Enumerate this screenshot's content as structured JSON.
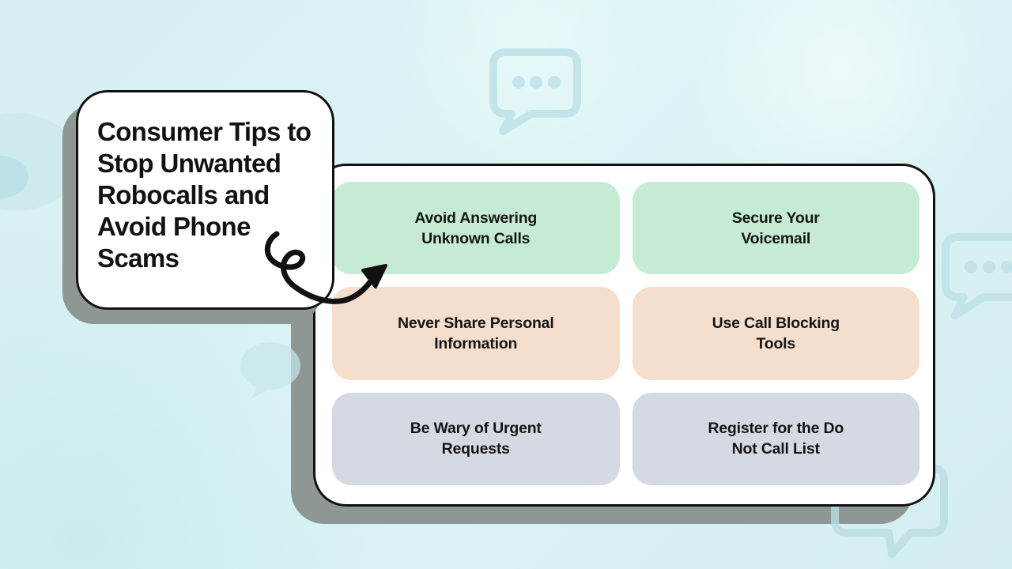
{
  "title_card": {
    "text": "Consumer Tips to\nStop Unwanted\nRobocalls and\nAvoid Phone\nScams"
  },
  "tips": [
    {
      "label": "Avoid Answering\nUnknown Calls",
      "color": "#c6ebd4"
    },
    {
      "label": "Secure Your\nVoicemail",
      "color": "#c6ebd4"
    },
    {
      "label": "Never Share Personal\nInformation",
      "color": "#f6decd"
    },
    {
      "label": "Use Call Blocking\nTools",
      "color": "#f6decd"
    },
    {
      "label": "Be Wary of Urgent\nRequests",
      "color": "#d5d9e2"
    },
    {
      "label": "Register for the Do\nNot Call List",
      "color": "#d5d9e2"
    }
  ],
  "colors": {
    "background": "#d9f2f4",
    "panel": "#ffffff",
    "outline": "#111111",
    "drop_shadow": "#8e9793",
    "bubble_outline": "#c3e5e9",
    "bubble_fill": "#cfeaee",
    "text": "#141414"
  },
  "decorations": [
    "speech-bubble-top-icon",
    "speech-bubble-right-icon",
    "speech-bubble-bottom-right-icon",
    "speech-blob-left-icon",
    "speech-bubble-small-icon",
    "curved-arrow-icon"
  ]
}
